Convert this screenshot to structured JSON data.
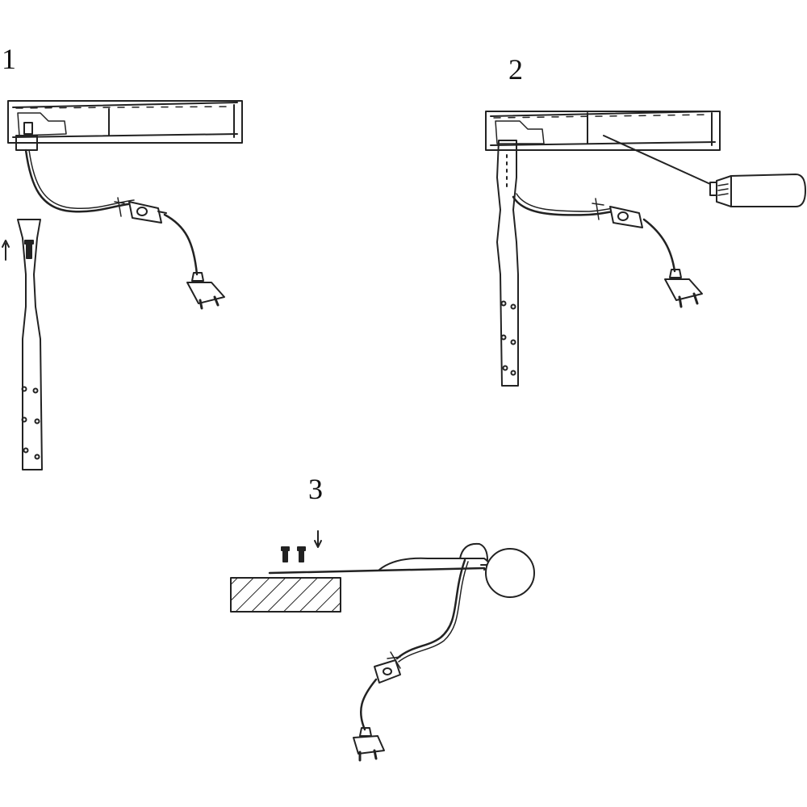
{
  "steps": [
    {
      "number": "1"
    },
    {
      "number": "2"
    },
    {
      "number": "3"
    }
  ],
  "colors": {
    "ink": "#222222",
    "paper": "#ffffff"
  }
}
